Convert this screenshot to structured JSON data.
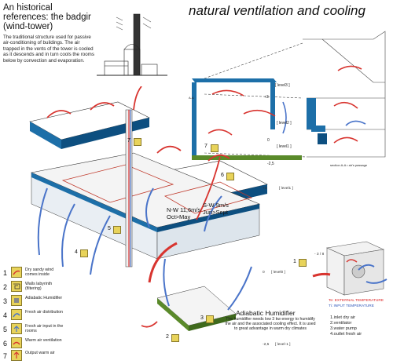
{
  "historical": {
    "title": "An historical references: the badgir (wind-tower)",
    "body": "The traditional structure used for passive air-conditioning of buildings. The air trapped in the vents of the tower is cooled as it descends and in turn cools the rooms below by convection and evaporation."
  },
  "main_title": "natural ventilation and cooling",
  "legend": [
    {
      "num": "1",
      "label": "Dry sandy wind comes inside",
      "icon": "wind-arrow-icon"
    },
    {
      "num": "2",
      "label": "Walls labyrinth (filtering)",
      "icon": "labyrinth-icon"
    },
    {
      "num": "3",
      "label": "Adiabatic Humidifier",
      "icon": "humidifier-icon"
    },
    {
      "num": "4",
      "label": "Fresh air distribution",
      "icon": "fresh-air-icon"
    },
    {
      "num": "5",
      "label": "Fresh air input in the rooms",
      "icon": "air-input-icon"
    },
    {
      "num": "6",
      "label": "Warm air ventilation",
      "icon": "warm-air-icon"
    },
    {
      "num": "7",
      "label": "Output warm air",
      "icon": "output-air-icon"
    }
  ],
  "wind": {
    "nw": "N-W 11,6m/s Oct>May",
    "sw": "S-W 9m/s Jun>Sept"
  },
  "humidifier": {
    "title": "Adiabatic Humidifier",
    "body": "The humidifier needs low 3 kw energy to humidify the air and the associated cooling effect. It is used to great advantage in warm dry climates"
  },
  "unit_legend": {
    "external": "Te: EXTERNAL TEMPERATURE",
    "input": "Ti: INPUT TEMPERATURE",
    "items": [
      "1.inlet dry air",
      "2.ventilator",
      "3.water pump",
      "4.outlet fresh air"
    ],
    "level_mark": "- 3 / 8"
  },
  "section": {
    "caption": "section A-A • air's passage",
    "levels": {
      "l3": "[ level3 ]",
      "l2": "[ level2 ]",
      "l1": "[ level1 ]"
    },
    "elev_top": "+3",
    "elev_0": "0",
    "elev_neg": "-2,5",
    "aa": "A-A"
  },
  "model_levels": {
    "l1": "[ level1 ]",
    "l0": "[ level0 ]",
    "ln": "[ level-1 ]",
    "e3": "+3",
    "e0": "0",
    "en": "-2,5"
  },
  "markers": [
    "7",
    "7",
    "6",
    "5",
    "4",
    "2",
    "3",
    "1"
  ],
  "colors": {
    "steel_blue": "#1d6fa8",
    "dark_blue": "#0d4f80",
    "green": "#5a8a2a",
    "arrow_red": "#d8342f",
    "arrow_blue": "#4a74c9",
    "marker_yellow": "#e8d35a"
  }
}
